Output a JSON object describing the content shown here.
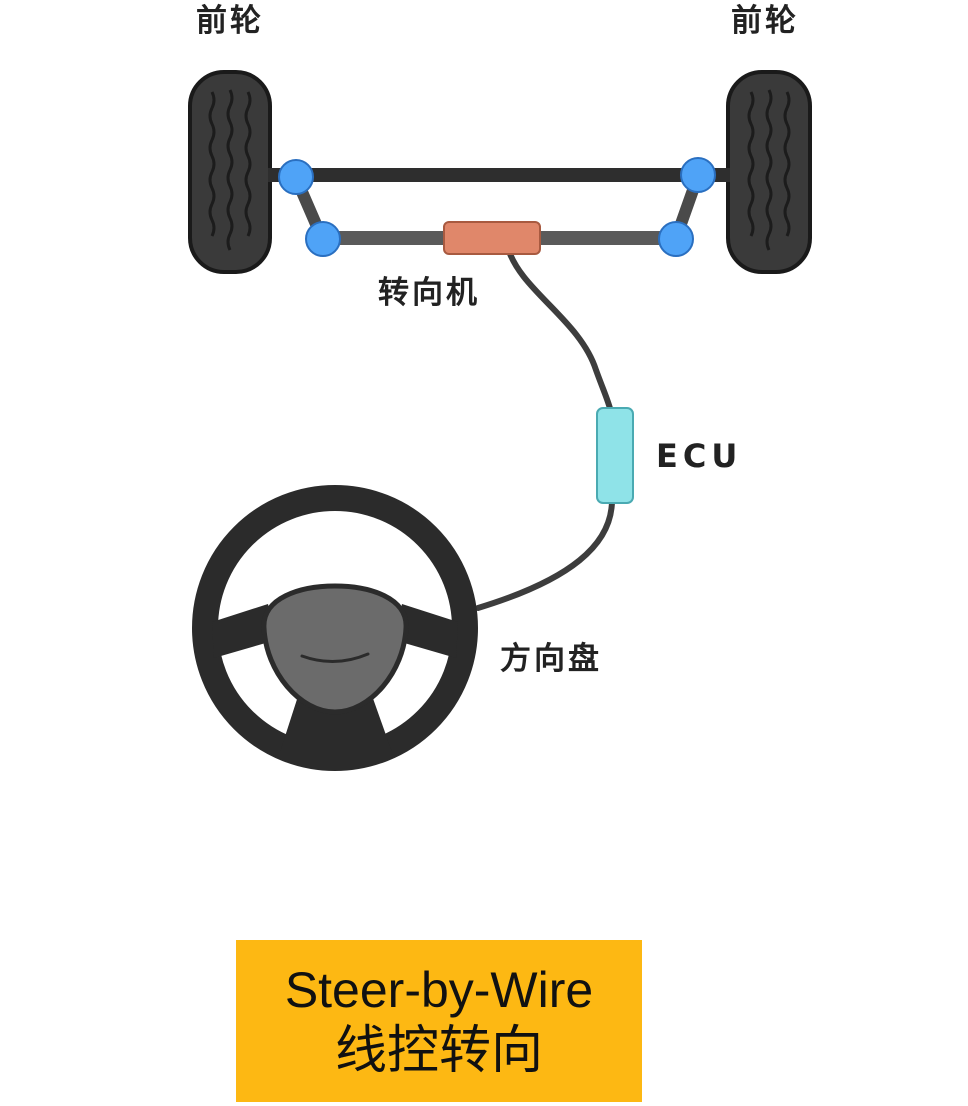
{
  "labels": {
    "front_wheel_left": "前轮",
    "front_wheel_right": "前轮",
    "steering_gear": "转向机",
    "ecu": "ECU",
    "steering_wheel": "方向盘"
  },
  "title": {
    "english": "Steer-by-Wire",
    "chinese": "线控转向"
  },
  "colors": {
    "tire": "#3a3a3a",
    "tire_outline": "#1a1a1a",
    "axle": "#2e2e2e",
    "joint": "#4FA3F7",
    "steering_gear": "#E0876A",
    "ecu": "#8FE3E8",
    "cable": "#3d3d3d",
    "steering_wheel_rim": "#2b2b2b",
    "steering_wheel_hub": "#6b6b6b",
    "title_background": "#FDB813"
  },
  "icons": {
    "wheel": "tire-icon",
    "joint": "joint-icon",
    "steering_wheel": "steering-wheel-icon"
  }
}
